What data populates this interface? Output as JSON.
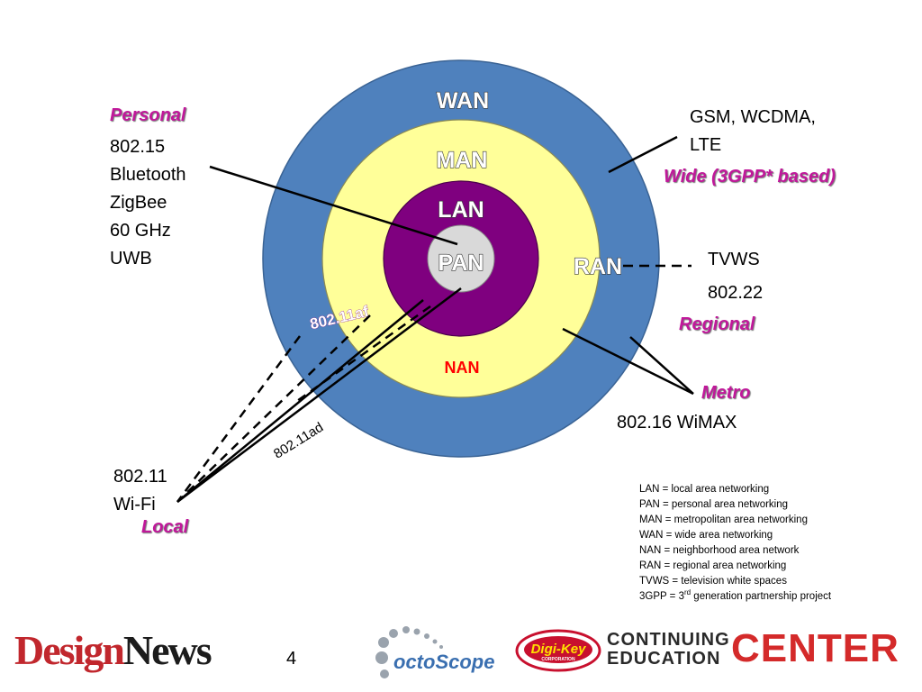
{
  "rings": {
    "wan": "WAN",
    "man": "MAN",
    "lan": "LAN",
    "pan": "PAN",
    "ran": "RAN",
    "nan": "NAN",
    "af": "802.11af",
    "ad": "802.11ad",
    "colors": {
      "wan": "#4f81bd",
      "man": "#ffff99",
      "lan": "#7f007f",
      "pan": "#d9d9d9",
      "nan_text": "#ff0000"
    }
  },
  "personal": {
    "category": "Personal",
    "standards": [
      "802.15",
      "Bluetooth",
      "ZigBee",
      "60 GHz",
      "UWB"
    ]
  },
  "wide": {
    "standards": [
      "GSM, WCDMA,",
      "LTE"
    ],
    "category": "Wide (3GPP* based)"
  },
  "regional": {
    "standards": [
      "TVWS",
      "802.22"
    ],
    "category": "Regional"
  },
  "metro": {
    "category": "Metro",
    "standard": "802.16 WiMAX"
  },
  "local": {
    "standards": [
      "802.11",
      "Wi-Fi"
    ],
    "category": "Local"
  },
  "legend": {
    "lan": "LAN = local area networking",
    "pan": "PAN = personal area networking",
    "man": "MAN = metropolitan area networking",
    "wan": "WAN = wide area networking",
    "nan": "NAN = neighborhood area network",
    "ran": "RAN = regional area networking",
    "tvws": "TVWS = television white spaces",
    "gpp_prefix": "3GPP = 3",
    "gpp_sup": "rd",
    "gpp_suffix": " generation partnership project"
  },
  "footer": {
    "design": "Design",
    "news": "News",
    "page": "4",
    "octoscope": "octoScope",
    "digikey": "Digi-Key",
    "digikey_sub": "CORPORATION",
    "continuing": "CONTINUING",
    "education": "EDUCATION",
    "center": "CENTER"
  }
}
